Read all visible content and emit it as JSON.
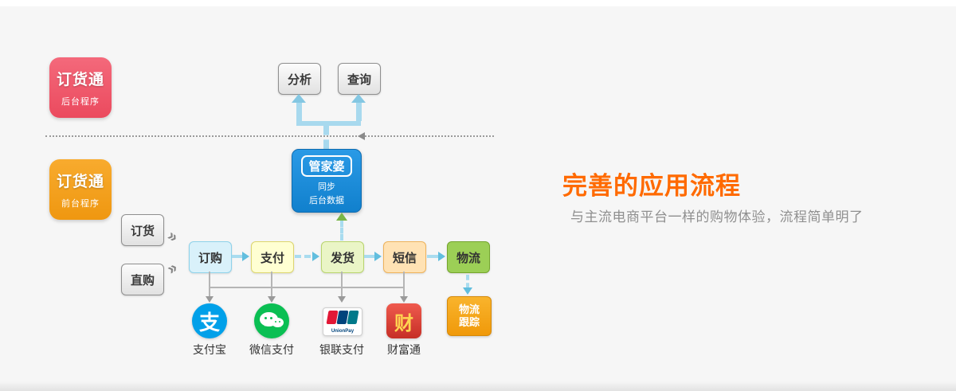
{
  "page": {
    "background": "#f6f6f6"
  },
  "right_panel": {
    "title": "完善的应用流程",
    "subtitle": "与主流电商平台一样的购物体验，流程简单明了",
    "title_color": "#ff6a00"
  },
  "badges": {
    "backend": {
      "logo": "订货通",
      "label": "后台程序",
      "color": "#ee4f63"
    },
    "frontend": {
      "logo": "订货通",
      "label": "前台程序",
      "color": "#f39d18"
    }
  },
  "top_nodes": {
    "analysis": {
      "label": "分析"
    },
    "query": {
      "label": "查询"
    }
  },
  "center_node": {
    "title": "管家婆",
    "line1": "同步",
    "line2": "后台数据",
    "color": "#1b8ce2"
  },
  "entry_nodes": {
    "order": {
      "label": "订货"
    },
    "direct": {
      "label": "直购"
    }
  },
  "flow_nodes": [
    {
      "label": "订购",
      "bg": "#d9f1fa",
      "border": "#8ed2ea"
    },
    {
      "label": "支付",
      "bg": "#ffffd2",
      "border": "#ddd66e"
    },
    {
      "label": "发货",
      "bg": "#eaf5c6",
      "border": "#b9d56e"
    },
    {
      "label": "短信",
      "bg": "#ffe2b4",
      "border": "#eeb35b"
    },
    {
      "label": "物流",
      "bg": "#9ccf56",
      "border": "#74a52d"
    }
  ],
  "tracking_node": {
    "line1": "物流",
    "line2": "跟踪",
    "bg": "#f5a31a"
  },
  "payments": [
    {
      "name": "alipay",
      "icon": "alipay-circle-icon",
      "label": "支付宝",
      "glyph": "支",
      "color": "#00a0e9"
    },
    {
      "name": "wechat-pay",
      "icon": "wechat-bubbles-icon",
      "label": "微信支付",
      "color": "#0abf53"
    },
    {
      "name": "unionpay",
      "icon": "unionpay-bars-icon",
      "label": "银联支付",
      "wordmark": "UnionPay",
      "colors": [
        "#e21836",
        "#00447c",
        "#01798a"
      ]
    },
    {
      "name": "caifutong",
      "icon": "caifutong-coin-icon",
      "label": "财富通",
      "glyph": "财",
      "color": "#d4342a"
    }
  ],
  "arrow_colors": {
    "cyan_dash": "#a9dcef",
    "cyan_head": "#62bede",
    "green_head": "#7ab648",
    "gray": "#b5b5b5"
  }
}
